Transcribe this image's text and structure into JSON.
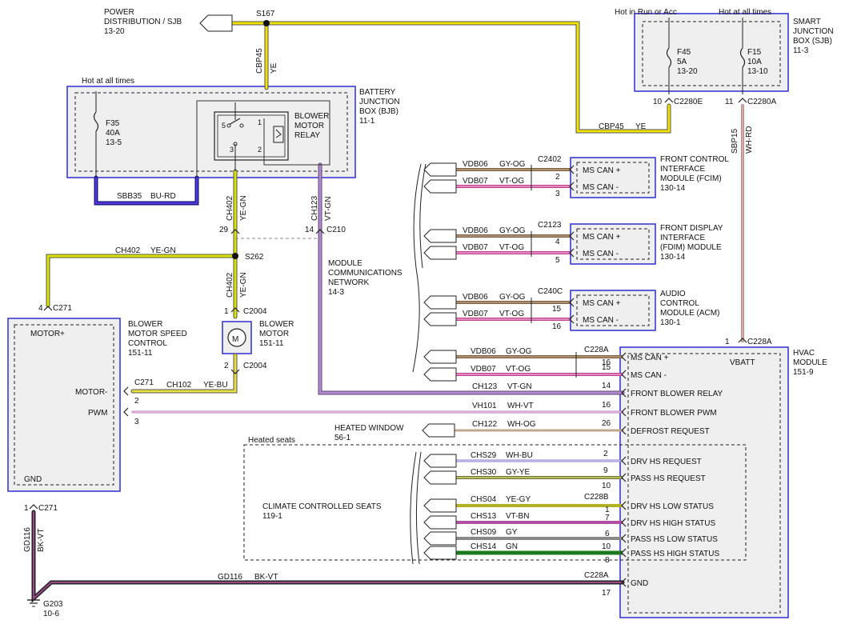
{
  "colors": {
    "YE": "#f2e200",
    "YE-GN": "#d9e400",
    "BU-RD": "#3b2fb8",
    "VT": "#9b59b6",
    "VT-GN": "#9a6ab0",
    "GY-OG": "#a08060",
    "VT-OG": "#e070b0",
    "WH-VT": "#e6a0e6",
    "WH-OG": "#e8d2b8",
    "WH-BU": "#b7b0ee",
    "GY-YE": "#98a05a",
    "YE-GY": "#d3d35a",
    "VT-BN": "#b070a0",
    "GY": "#8a8a8a",
    "GN": "#2e8a2e",
    "BK-VT": "#5a2850",
    "WH-RD": "#f0a0a0",
    "module_border": "#3a3ad0"
  },
  "top": {
    "power_dist": "POWER",
    "power_dist2": "DISTRIBUTION / SJB",
    "power_dist_ref": "13-20",
    "s167": "S167",
    "cbp45_v": "CBP45",
    "ye_v": "YE",
    "cbp45_h": "CBP45",
    "ye_h": "YE"
  },
  "sjb": {
    "hot_run": "Hot in Run or Acc",
    "hot_all": "Hot at all times",
    "title1": "SMART",
    "title2": "JUNCTION",
    "title3": "BOX (SJB)",
    "ref": "11-3",
    "f45": "F45",
    "f45a": "5A",
    "f45r": "13-20",
    "f15": "F15",
    "f15a": "10A",
    "f15r": "13-10",
    "p10": "10",
    "c2280e": "C2280E",
    "p11": "11",
    "c2280a": "C2280A",
    "sbp15": "SBP15",
    "whrd": "WH-RD"
  },
  "bjb": {
    "hot_all": "Hot at all times",
    "title1": "BATTERY",
    "title2": "JUNCTION",
    "title3": "BOX (BJB)",
    "ref": "11-1",
    "f35": "F35",
    "f35a": "40A",
    "f35r": "13-5",
    "relay1": "BLOWER",
    "relay2": "MOTOR",
    "relay3": "RELAY",
    "r5": "5",
    "r1": "1",
    "r3": "3",
    "r2": "2",
    "sbb35": "SBB35",
    "burd": "BU-RD"
  },
  "mid": {
    "ch402a": "CH402",
    "yegna": "YE-GN",
    "ch123": "CH123",
    "vtgn": "VT-GN",
    "p29": "29",
    "p14": "14",
    "c210": "C210",
    "ch402b": "CH402",
    "yegnb": "YE-GN",
    "s262": "S262",
    "ch402c": "CH402",
    "yegnc": "YE-GN",
    "mcn1": "MODULE",
    "mcn2": "COMMUNICATIONS",
    "mcn3": "NETWORK",
    "mcn4": "14-3",
    "bm_p1": "1",
    "c2004a": "C2004",
    "bm1": "BLOWER",
    "bm2": "MOTOR",
    "bm3": "151-11",
    "bm_m": "M",
    "bm_p2": "2",
    "c2004b": "C2004"
  },
  "bmsc": {
    "p4": "4",
    "c271a": "C271",
    "motorplus": "MOTOR+",
    "t1": "BLOWER",
    "t2": "MOTOR SPEED",
    "t3": "CONTROL",
    "t4": "151-11",
    "motorminus": "MOTOR-",
    "pwm": "PWM",
    "gnd": "GND",
    "c271b": "C271",
    "p2": "2",
    "ch102": "CH102",
    "yebu": "YE-BU",
    "p3": "3",
    "p1": "1",
    "c271c": "C271",
    "gd116v": "GD116",
    "bkvtv": "BK-VT",
    "g203": "G203",
    "g203r": "10-6"
  },
  "fcim": {
    "vdb06": "VDB06",
    "gyog": "GY-OG",
    "c2402": "C2402",
    "vdb07": "VDB07",
    "vtog": "VT-OG",
    "p2": "2",
    "p3": "3",
    "can_h": "MS CAN +",
    "can_l": "MS CAN -",
    "t1": "FRONT CONTROL",
    "t2": "INTERFACE",
    "t3": "MODULE (FCIM)",
    "t4": "130-14"
  },
  "fdim": {
    "vdb06": "VDB06",
    "gyog": "GY-OG",
    "c2123": "C2123",
    "vdb07": "VDB07",
    "vtog": "VT-OG",
    "p4": "4",
    "p5": "5",
    "can_h": "MS CAN +",
    "can_l": "MS CAN -",
    "t1": "FRONT DISPLAY",
    "t2": "INTERFACE",
    "t3": "(FDIM) MODULE",
    "t4": "130-14"
  },
  "acm": {
    "vdb06": "VDB06",
    "gyog": "GY-OG",
    "c240c": "C240C",
    "vdb07": "VDB07",
    "vtog": "VT-OG",
    "p15": "15",
    "p16": "16",
    "can_h": "MS CAN +",
    "can_l": "MS CAN -",
    "t1": "AUDIO",
    "t2": "CONTROL",
    "t3": "MODULE (ACM)",
    "t4": "130-1"
  },
  "hvac": {
    "p1": "1",
    "c228a_top": "C228A",
    "vbatt": "VBATT",
    "t1": "HVAC",
    "t2": "MODULE",
    "t3": "151-9",
    "vdb06": "VDB06",
    "gyog": "GY-OG",
    "c228a_can": "C228A",
    "p16a": "16",
    "can_h": "MS CAN +",
    "vdb07": "VDB07",
    "vtog": "VT-OG",
    "p15": "15",
    "can_l": "MS CAN -",
    "ch123": "CH123",
    "vtgn": "VT-GN",
    "p14": "14",
    "fbr": "FRONT BLOWER RELAY",
    "vh101": "VH101",
    "whvt": "WH-VT",
    "p16b": "16",
    "fbpwm": "FRONT BLOWER PWM",
    "hw1": "HEATED WINDOW",
    "hw2": "56-1",
    "ch122": "CH122",
    "whog": "WH-OG",
    "p26": "26",
    "defrost": "DEFROST REQUEST",
    "heated": "Heated seats",
    "chs29": "CHS29",
    "whbu": "WH-BU",
    "p2": "2",
    "drvhs": "DRV HS REQUEST",
    "chs30": "CHS30",
    "gyye": "GY-YE",
    "p9a": "9",
    "passhs": "PASS HS REQUEST",
    "p10a": "10",
    "ccs1": "CLIMATE CONTROLLED SEATS",
    "ccs2": "119-1",
    "chs04": "CHS04",
    "yegy": "YE-GY",
    "c228b": "C228B",
    "p1b": "1",
    "drvlow": "DRV HS LOW STATUS",
    "chs13": "CHS13",
    "vtbn": "VT-BN",
    "p7": "7",
    "drvhigh": "DRV HS HIGH STATUS",
    "chs09": "CHS09",
    "gy": "GY",
    "p6": "6",
    "passlow": "PASS HS LOW STATUS",
    "chs14": "CHS14",
    "gn": "GN",
    "p10b": "10",
    "passhigh": "PASS HS HIGH STATUS",
    "p8": "8",
    "gd116": "GD116",
    "bkvt": "BK-VT",
    "c228a_gnd": "C228A",
    "p17": "17",
    "gnd": "GND"
  }
}
